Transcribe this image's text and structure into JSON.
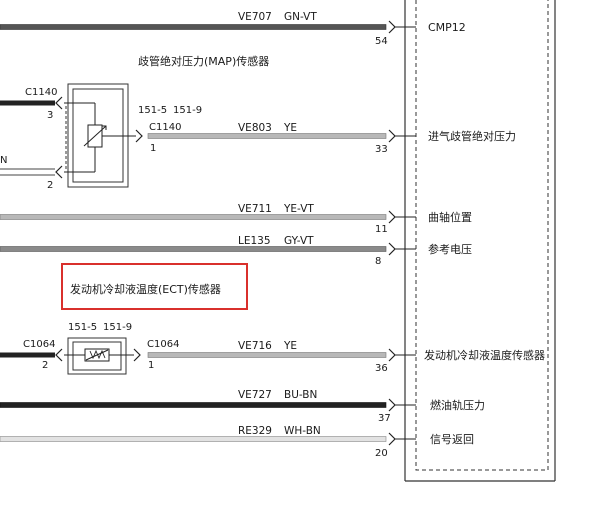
{
  "sensors": {
    "map_title": "歧管绝对压力(MAP)传感器",
    "ect_title": "发动机冷却液温度(ECT)传感器"
  },
  "map_sensor": {
    "ref_a": "151-5",
    "ref_b": "151-9",
    "left_connector": "C1140",
    "left_pin_top": "3",
    "left_pin_bottom": "2",
    "right_connector": "C1140",
    "right_pin": "1",
    "left_wire_fragment": "N"
  },
  "ect_sensor": {
    "ref_a": "151-5",
    "ref_b": "151-9",
    "left_connector": "C1064",
    "left_pin": "2",
    "right_connector": "C1064",
    "right_pin": "1"
  },
  "wires": [
    {
      "circuit": "VE707",
      "color": "GN-VT",
      "pin": "54",
      "signal": "CMP12",
      "fill": "#555555"
    },
    {
      "circuit": "VE803",
      "color": "YE",
      "pin": "33",
      "signal": "进气歧管绝对压力",
      "fill": "#b8b8b8"
    },
    {
      "circuit": "VE711",
      "color": "YE-VT",
      "pin": "11",
      "signal": "曲轴位置",
      "fill": "#b8b8b8"
    },
    {
      "circuit": "LE135",
      "color": "GY-VT",
      "pin": "8",
      "signal": "参考电压",
      "fill": "#8a8a8a"
    },
    {
      "circuit": "VE716",
      "color": "YE",
      "pin": "36",
      "signal": "发动机冷却液温度传感器",
      "fill": "#b8b8b8"
    },
    {
      "circuit": "VE727",
      "color": "BU-BN",
      "pin": "37",
      "signal": "燃油轨压力",
      "fill": "#222222"
    },
    {
      "circuit": "RE329",
      "color": "WH-BN",
      "pin": "20",
      "signal": "信号返回",
      "fill": "#e2e2e2"
    }
  ]
}
